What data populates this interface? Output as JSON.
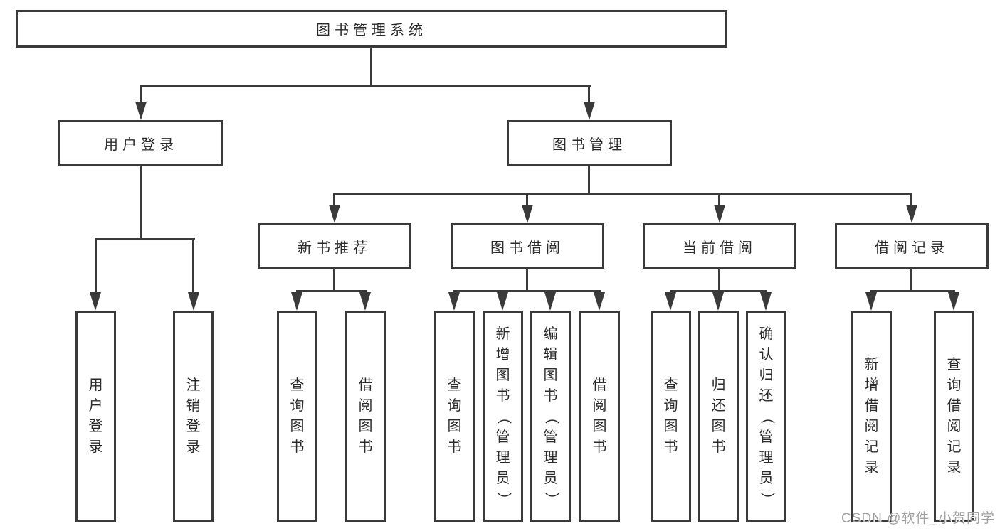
{
  "diagram": {
    "root": {
      "label": "图书管理系统"
    },
    "branches": [
      {
        "label": "用户登录",
        "children": [
          {
            "label": "用户登录"
          },
          {
            "label": "注销登录"
          }
        ]
      },
      {
        "label": "图书管理",
        "children": [
          {
            "label": "新书推荐",
            "children": [
              {
                "label": "查询图书"
              },
              {
                "label": "借阅图书"
              }
            ]
          },
          {
            "label": "图书借阅",
            "children": [
              {
                "label": "查询图书"
              },
              {
                "label": "新增图书（管理员）"
              },
              {
                "label": "编辑图书（管理员）"
              },
              {
                "label": "借阅图书"
              }
            ]
          },
          {
            "label": "当前借阅",
            "children": [
              {
                "label": "查询图书"
              },
              {
                "label": "归还图书"
              },
              {
                "label": "确认归还（管理员）"
              }
            ]
          },
          {
            "label": "借阅记录",
            "children": [
              {
                "label": "新增借阅记录"
              },
              {
                "label": "查询借阅记录"
              }
            ]
          }
        ]
      }
    ]
  },
  "watermark": {
    "text": "CSDN @软件_小贺同学"
  },
  "colors": {
    "line": "#3a3a3a",
    "text": "#2b2b2b",
    "watermark": "#a0a0a0",
    "background": "#ffffff"
  }
}
